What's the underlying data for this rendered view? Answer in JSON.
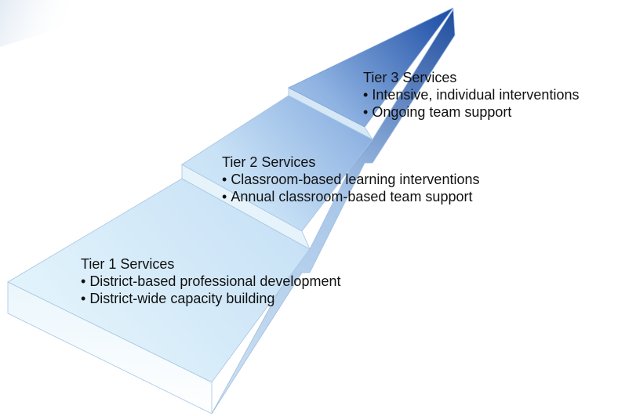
{
  "tiers": [
    {
      "title": "Tier 1 Services",
      "bullets": [
        "District-based professional development",
        "District-wide capacity building"
      ]
    },
    {
      "title": "Tier 2 Services",
      "bullets": [
        "Classroom-based learning interventions",
        "Annual classroom-based team support"
      ]
    },
    {
      "title": "Tier 3 Services",
      "bullets": [
        "Intensive, individual interventions",
        "Ongoing team support"
      ]
    }
  ],
  "colors": {
    "base_light": "#d9eef9",
    "mid_blue": "#a9c8ec",
    "top_blue": "#1e4fa8",
    "edge": "#8aaed6",
    "text": "#111111"
  }
}
